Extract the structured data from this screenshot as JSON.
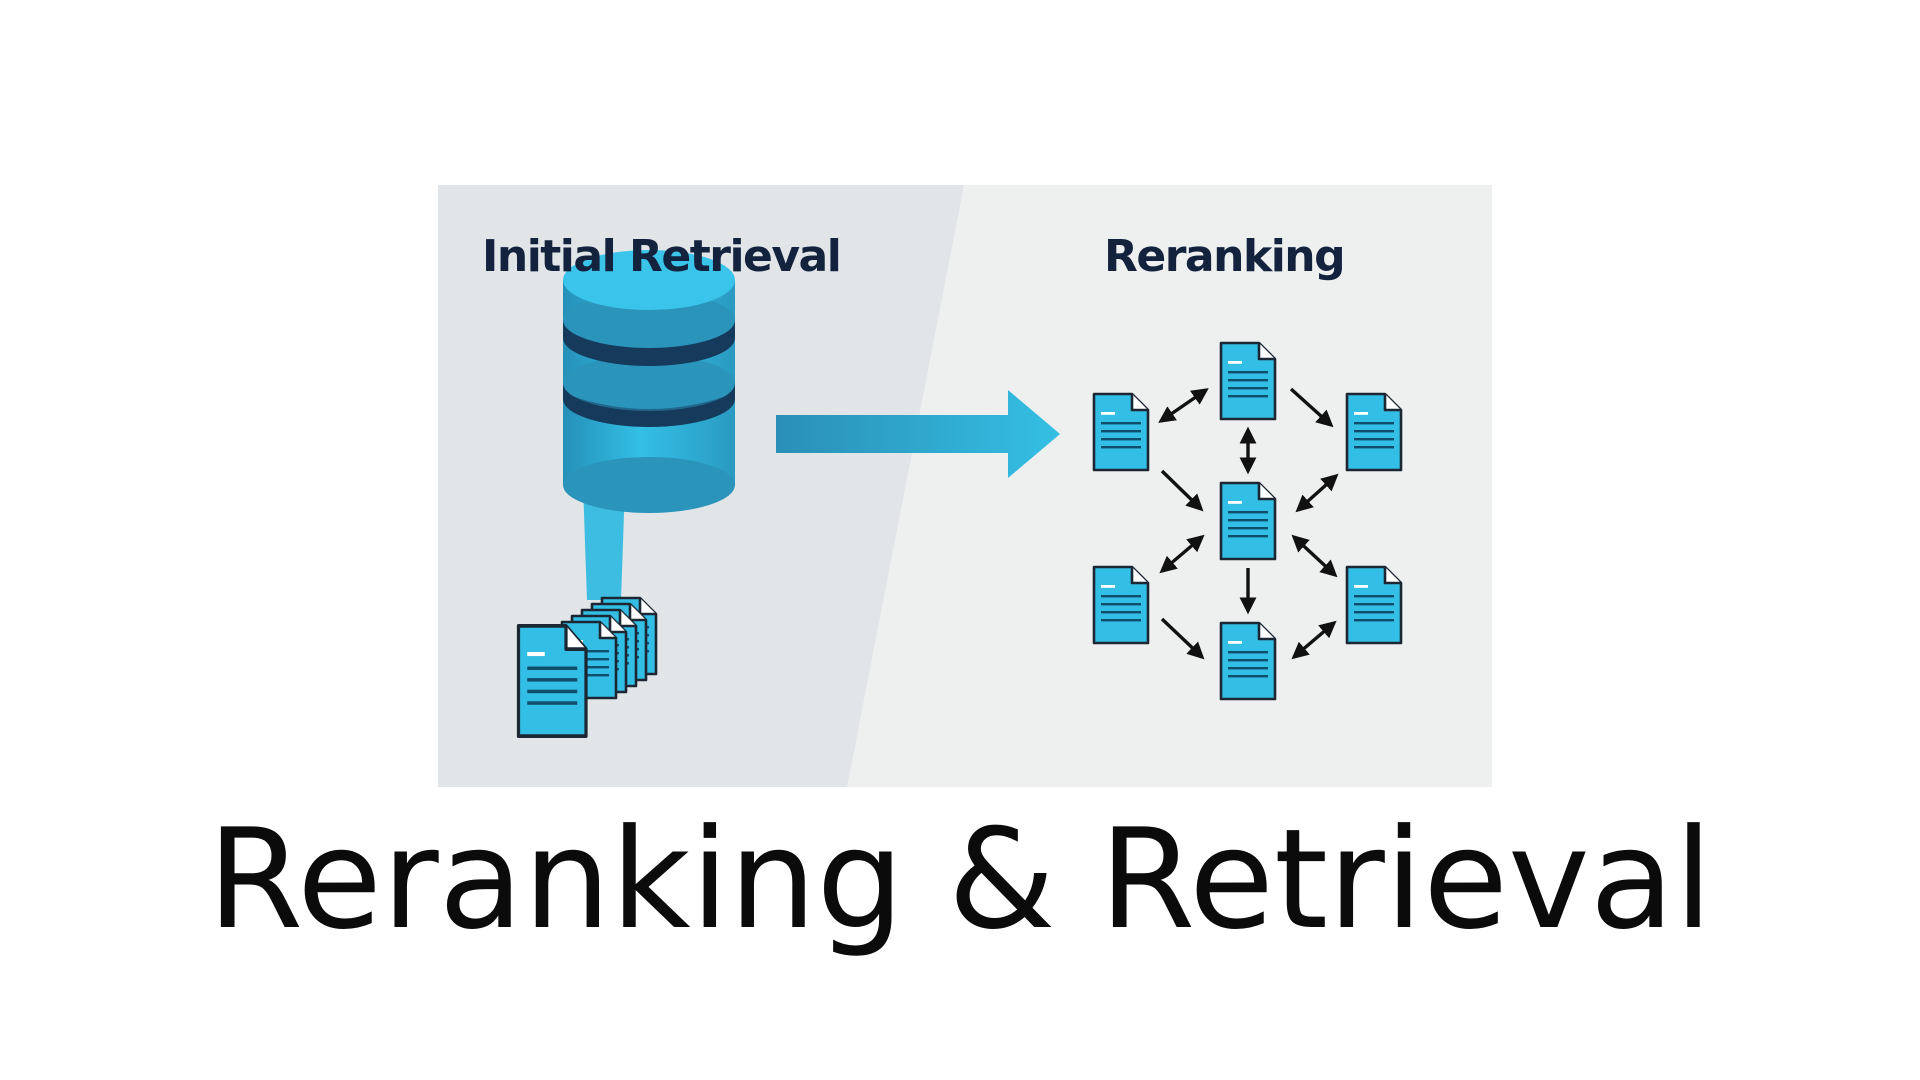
{
  "diagram": {
    "left_heading": "Initial Retrieval",
    "right_heading": "Reranking"
  },
  "title": "Reranking & Retrieval",
  "icons": {
    "database": "database-icon",
    "document": "document-icon",
    "flow_arrow": "arrow-right-icon"
  },
  "colors": {
    "accent": "#33bfe5",
    "accent_dark": "#2a94bb",
    "navy": "#153a5c",
    "heading": "#13223d"
  }
}
